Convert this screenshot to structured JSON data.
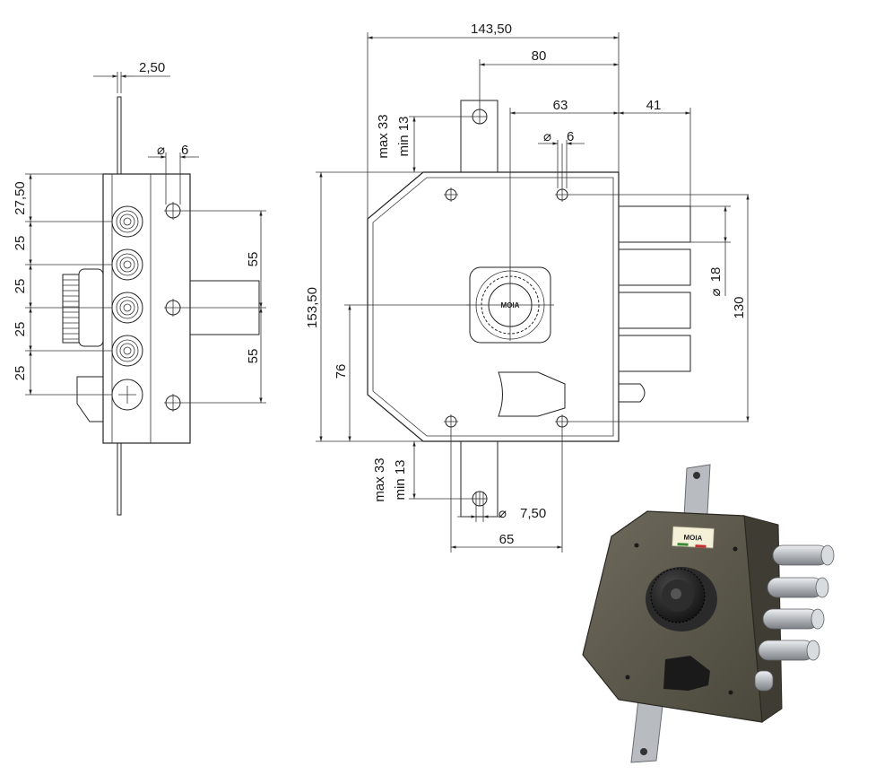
{
  "title": "",
  "side_view": {
    "dimensions": {
      "plate_thickness": "2,50",
      "hole_diameter": "6",
      "top_offset": "27,50",
      "pitch_1": "25",
      "pitch_2": "25",
      "pitch_3": "25",
      "pitch_4": "25",
      "fixing_upper": "55",
      "fixing_lower": "55"
    }
  },
  "front_view": {
    "dimensions": {
      "overall_width": "143,50",
      "strike_to_edge": "80",
      "cylinder_to_edge": "63",
      "bolt_throw": "41",
      "hole_diameter": "6",
      "overall_height": "153,50",
      "cylinder_height": "76",
      "bolt_span": "130",
      "bolt_diameter": "18",
      "adjust_top": "max 33",
      "adjust_top_min": "min 13",
      "adjust_bottom": "max 33",
      "adjust_bottom_min": "min 13",
      "strike_hole": "7,50",
      "lower_hole_spacing": "65"
    },
    "diameter_symbol": "⌀",
    "cylinder_brand": "MOIA"
  },
  "photo": {
    "label_brand": "MOIA",
    "colors": {
      "case": "#5a5648",
      "case_light": "#7a7565",
      "bolt": "#c8ccd0",
      "knob": "#1c1c1c",
      "plate": "#b8bcc0"
    }
  }
}
